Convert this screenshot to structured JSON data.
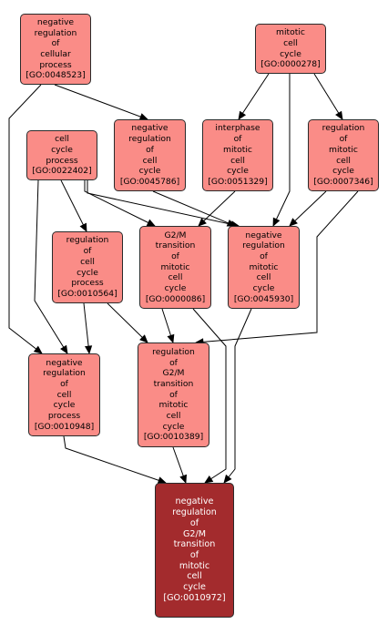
{
  "colors": {
    "node_fill": "#fa8c87",
    "target_fill": "#a32b2d",
    "node_text": "#000000",
    "target_text": "#ffffff",
    "edge": "#000000"
  },
  "nodes": {
    "neg_reg_cellular_process": {
      "label": "negative\nregulation\nof\ncellular\nprocess\n[GO:0048523]"
    },
    "mitotic_cell_cycle": {
      "label": "mitotic\ncell\ncycle\n[GO:0000278]"
    },
    "cell_cycle_process": {
      "label": "cell\ncycle\nprocess\n[GO:0022402]"
    },
    "neg_reg_cell_cycle": {
      "label": "negative\nregulation\nof\ncell\ncycle\n[GO:0045786]"
    },
    "interphase_mitotic": {
      "label": "interphase\nof\nmitotic\ncell\ncycle\n[GO:0051329]"
    },
    "reg_mitotic_cell_cycle": {
      "label": "regulation\nof\nmitotic\ncell\ncycle\n[GO:0007346]"
    },
    "reg_cell_cycle_process": {
      "label": "regulation\nof\ncell\ncycle\nprocess\n[GO:0010564]"
    },
    "g2m_transition": {
      "label": "G2/M\ntransition\nof\nmitotic\ncell\ncycle\n[GO:0000086]"
    },
    "neg_reg_mitotic_cell_cycle": {
      "label": "negative\nregulation\nof\nmitotic\ncell\ncycle\n[GO:0045930]"
    },
    "neg_reg_cell_cycle_process": {
      "label": "negative\nregulation\nof\ncell\ncycle\nprocess\n[GO:0010948]"
    },
    "reg_g2m_transition": {
      "label": "regulation\nof\nG2/M\ntransition\nof\nmitotic\ncell\ncycle\n[GO:0010389]"
    },
    "neg_reg_g2m_transition": {
      "label": "negative\nregulation\nof\nG2/M\ntransition\nof\nmitotic\ncell\ncycle\n[GO:0010972]"
    }
  },
  "edges": [
    {
      "from": "neg_reg_cellular_process",
      "to": "neg_reg_cell_cycle"
    },
    {
      "from": "neg_reg_cellular_process",
      "to": "neg_reg_cell_cycle_process"
    },
    {
      "from": "mitotic_cell_cycle",
      "to": "interphase_mitotic"
    },
    {
      "from": "mitotic_cell_cycle",
      "to": "reg_mitotic_cell_cycle"
    },
    {
      "from": "mitotic_cell_cycle",
      "to": "neg_reg_mitotic_cell_cycle"
    },
    {
      "from": "cell_cycle_process",
      "to": "reg_cell_cycle_process"
    },
    {
      "from": "cell_cycle_process",
      "to": "g2m_transition"
    },
    {
      "from": "cell_cycle_process",
      "to": "neg_reg_mitotic_cell_cycle"
    },
    {
      "from": "cell_cycle_process",
      "to": "neg_reg_cell_cycle_process"
    },
    {
      "from": "interphase_mitotic",
      "to": "g2m_transition"
    },
    {
      "from": "reg_mitotic_cell_cycle",
      "to": "neg_reg_mitotic_cell_cycle"
    },
    {
      "from": "reg_mitotic_cell_cycle",
      "to": "reg_g2m_transition"
    },
    {
      "from": "neg_reg_cell_cycle",
      "to": "neg_reg_mitotic_cell_cycle"
    },
    {
      "from": "reg_cell_cycle_process",
      "to": "neg_reg_cell_cycle_process"
    },
    {
      "from": "reg_cell_cycle_process",
      "to": "reg_g2m_transition"
    },
    {
      "from": "g2m_transition",
      "to": "reg_g2m_transition"
    },
    {
      "from": "g2m_transition",
      "to": "neg_reg_g2m_transition"
    },
    {
      "from": "neg_reg_mitotic_cell_cycle",
      "to": "neg_reg_g2m_transition"
    },
    {
      "from": "neg_reg_cell_cycle_process",
      "to": "neg_reg_g2m_transition"
    },
    {
      "from": "reg_g2m_transition",
      "to": "neg_reg_g2m_transition"
    }
  ]
}
